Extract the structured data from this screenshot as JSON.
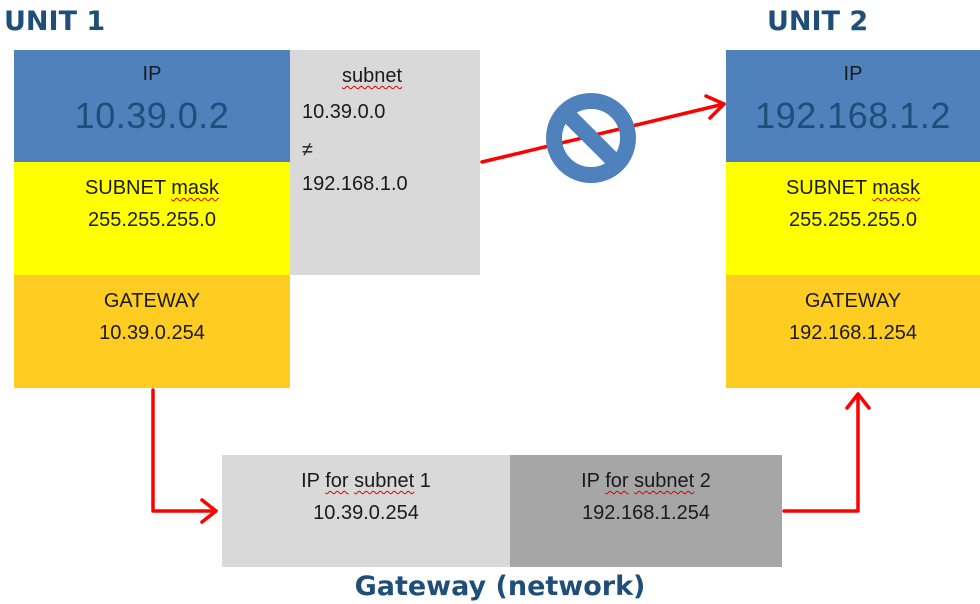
{
  "unit1": {
    "title": "UNIT 1",
    "ip_label": "IP",
    "ip_value": "10.39.0.2",
    "mask_label_a": "SUBNET",
    "mask_label_b": "mask",
    "mask_value": "255.255.255.0",
    "gateway_label": "GATEWAY",
    "gateway_value": "10.39.0.254"
  },
  "unit2": {
    "title": "UNIT 2",
    "ip_label": "IP",
    "ip_value": "192.168.1.2",
    "mask_label_a": "SUBNET",
    "mask_label_b": "mask",
    "mask_value": "255.255.255.0",
    "gateway_label": "GATEWAY",
    "gateway_value": "192.168.1.254"
  },
  "subnet_compare": {
    "label": "subnet",
    "subnet1": "10.39.0.0",
    "not_equal": "≠",
    "subnet2": "192.168.1.0"
  },
  "gateway_network": {
    "title": "Gateway (network)",
    "left_label_a": "IP",
    "left_label_b": "for",
    "left_label_c": "subnet",
    "left_label_d": "1",
    "left_value": "10.39.0.254",
    "right_label_a": "IP",
    "right_label_b": "for",
    "right_label_c": "subnet",
    "right_label_d": "2",
    "right_value": "192.168.1.254"
  },
  "colors": {
    "ip_box": "#4f81bd",
    "mask_box": "#ffff00",
    "gateway_box": "#ffcc22",
    "subnet_box": "#d9d9d9",
    "gw_right_box": "#a6a6a6",
    "arrow": "#ff0000",
    "title": "#1f4e79",
    "prohibited": "#4f81bd"
  },
  "icons": {
    "blocked": "prohibited-icon"
  }
}
